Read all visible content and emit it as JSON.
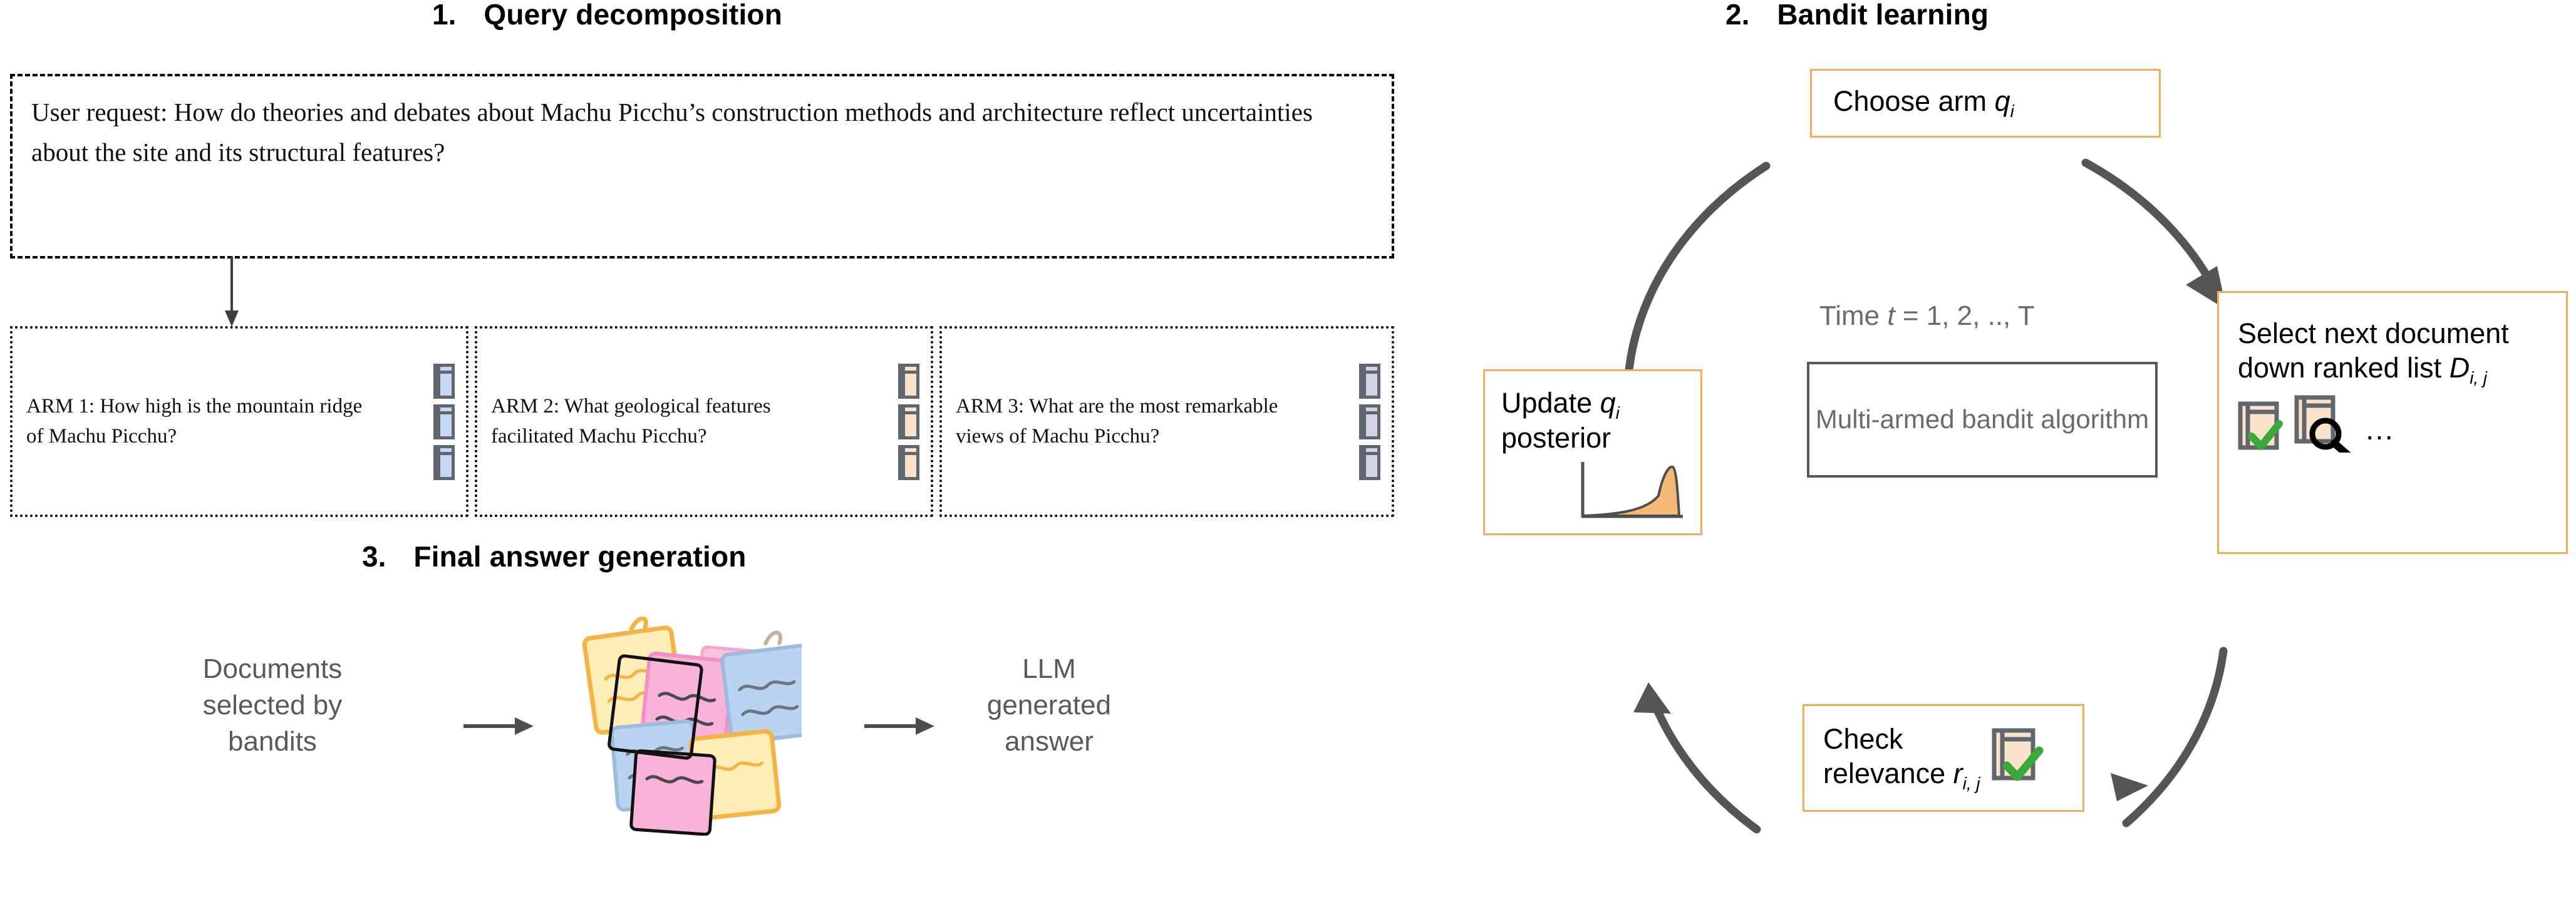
{
  "sections": {
    "one": {
      "num": "1.",
      "title": "Query decomposition"
    },
    "two": {
      "num": "2.",
      "title": "Bandit learning"
    },
    "three": {
      "num": "3.",
      "title": "Final answer generation"
    }
  },
  "query_decomposition": {
    "user_request": "User request: How do theories and debates about Machu Picchu’s construction methods and architecture reflect uncertainties about the site and its structural features?",
    "arms": [
      {
        "label": "ARM 1: How high is the mountain ridge of Machu Picchu?",
        "doc_color": "#c3d9f5",
        "doc_count": 3
      },
      {
        "label": "ARM 2: What geological features facilitated Machu Picchu?",
        "doc_color": "#fae2cb",
        "doc_count": 3
      },
      {
        "label": "ARM 3: What are the most remarkable views of Machu Picchu?",
        "doc_color": "#d6d2e6",
        "doc_count": 3
      }
    ]
  },
  "final_answer": {
    "left_label": "Documents selected by bandits",
    "right_label": "LLM generated answer",
    "note_colors": [
      "#fdeeb8",
      "#f9b2d8",
      "#b9d3f0",
      "#bde5b8"
    ]
  },
  "bandit_learning": {
    "time_label_prefix": "Time ",
    "time_var": "t",
    "time_label_rest": " = 1, 2, .., T",
    "center_box": "Multi-armed bandit algorithm",
    "nodes": [
      {
        "id": "choose-arm",
        "text": "Choose arm ",
        "symbol": "q",
        "sub": "i"
      },
      {
        "id": "select-next",
        "text": "Select next document down ranked list ",
        "symbol": "D",
        "sub": "i, j",
        "ellipsis": "…"
      },
      {
        "id": "check-rel",
        "text": "Check relevance ",
        "symbol": "r",
        "sub": "i, j"
      },
      {
        "id": "update-post",
        "text": "Update ",
        "symbol": "q",
        "sub": "i",
        "text2": "posterior"
      }
    ]
  },
  "colors": {
    "accent_orange": "#f0ad5c",
    "posterior_fill": "#f3ab62",
    "gray_text": "#6b6b6b",
    "cycle_arrow": "#555555",
    "check_green": "#3aa93a",
    "doc_border": "#5f666d"
  }
}
